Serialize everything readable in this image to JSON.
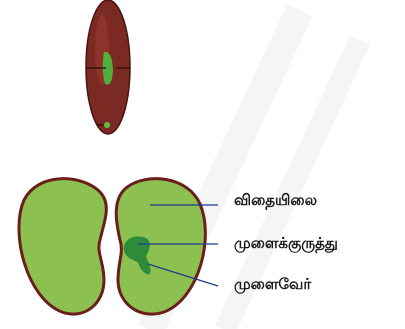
{
  "labels": {
    "cotyledon": "விதையிலை",
    "plumule": "முளைக்குருத்து",
    "radicle": "முளைவேர்"
  },
  "colors": {
    "seed_coat": "#7a2a22",
    "seed_coat_dark": "#4a1510",
    "cotyledon_fill": "#8cc152",
    "cotyledon_outline": "#6a1f1a",
    "embryo": "#2e8b3a",
    "leader_line": "#1f3a8a",
    "watermark": "#ececec"
  }
}
